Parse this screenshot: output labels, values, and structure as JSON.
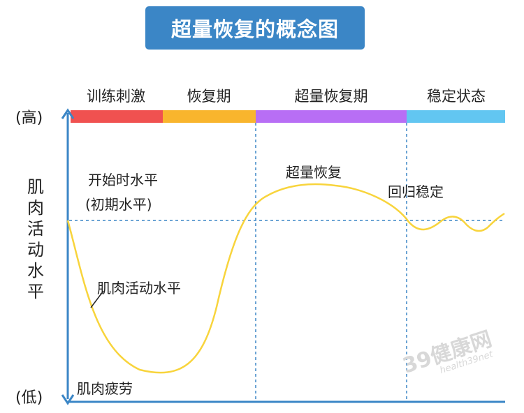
{
  "title": "超量恢复的概念图",
  "phases": [
    {
      "label": "训练刺激",
      "color": "#f05150"
    },
    {
      "label": "恢复期",
      "color": "#f9b52d"
    },
    {
      "label": "超量恢复期",
      "color": "#b86ef5"
    },
    {
      "label": "稳定状态",
      "color": "#62c6f1"
    }
  ],
  "axis": {
    "high": "(高)",
    "low": "(低)",
    "ylabel": "肌肉活动水平",
    "axis_color": "#3b86c6"
  },
  "annotations": {
    "initial_line1": "开始时水平",
    "initial_line2": "(初期水平)",
    "supercomp": "超量恢复",
    "stabilize": "回归稳定",
    "curve_label": "肌肉活动水平",
    "fatigue": "肌肉疲劳"
  },
  "curve_color": "#f8d43c",
  "watermark": {
    "logo": "39健康网",
    "url": "health39net"
  }
}
